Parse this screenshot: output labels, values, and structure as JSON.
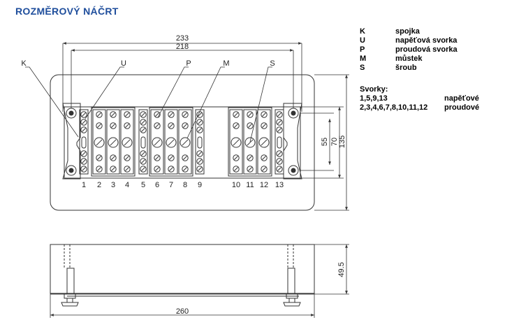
{
  "title": "ROZMĚROVÝ NÁČRT",
  "legend": [
    {
      "key": "K",
      "value": "spojka"
    },
    {
      "key": "U",
      "value": "napěťová svorka"
    },
    {
      "key": "P",
      "value": "proudová svorka"
    },
    {
      "key": "M",
      "value": "můstek"
    },
    {
      "key": "S",
      "value": "šroub"
    }
  ],
  "svorky": {
    "heading": "Svorky:",
    "rows": [
      {
        "numbers": "1,5,9,13",
        "type": "napěťové"
      },
      {
        "numbers": "2,3,4,6,7,8,10,11,12",
        "type": "proudové"
      }
    ]
  },
  "dimensions": {
    "overall_width_top": "233",
    "inner_width": "218",
    "height_1": "55",
    "height_2": "70",
    "height_3": "135",
    "side_height": "49.5",
    "side_width": "260"
  },
  "callouts": {
    "k": "K",
    "u": "U",
    "p": "P",
    "m": "M",
    "s": "S"
  },
  "terminal_numbers": [
    "1",
    "2",
    "3",
    "4",
    "5",
    "6",
    "7",
    "8",
    "9",
    "10",
    "11",
    "12",
    "13"
  ],
  "colors": {
    "title": "#1f4e9c",
    "line": "#333333"
  }
}
